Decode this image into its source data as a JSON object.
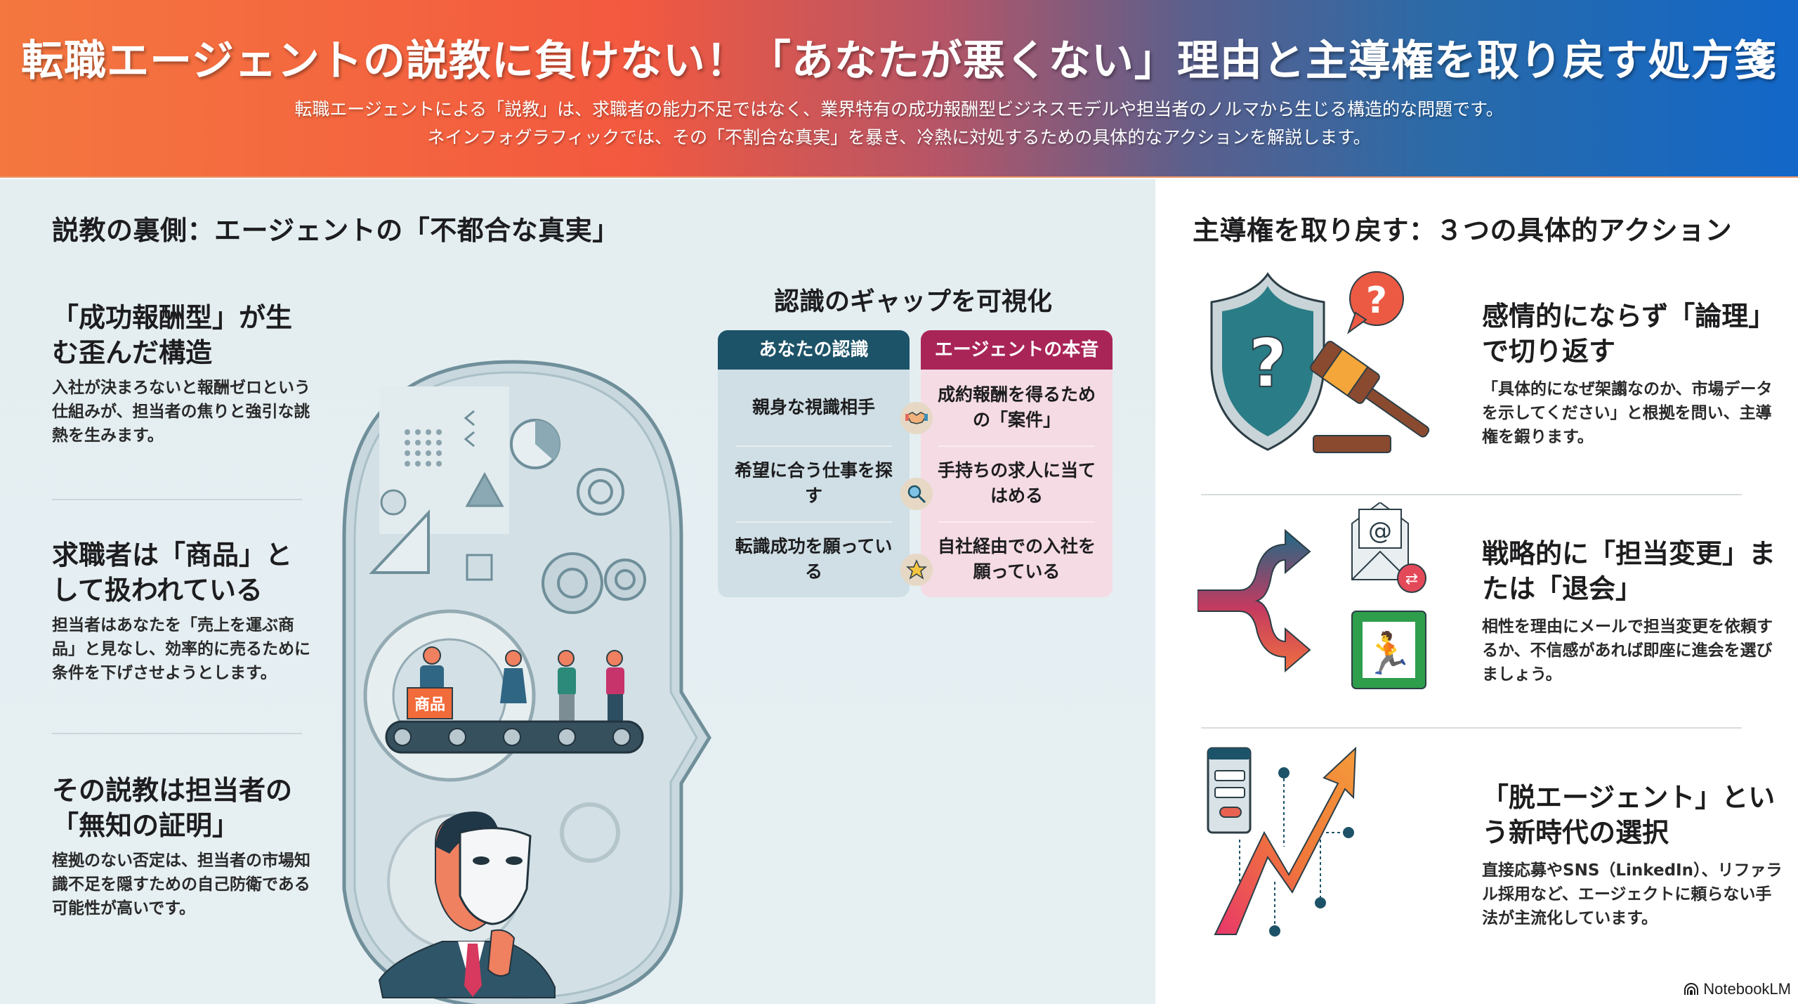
{
  "header": {
    "title": "転職エージェントの説教に負けない！「あなたが悪くない」理由と主導権を取り戻す処方箋",
    "subtitle_line1": "転職エージェントによる「説教」は、求職者の能力不足ではなく、業界特有の成功報酬型ビジネスモデルや担当者のノルマから生じる構造的な問題です。",
    "subtitle_line2": "ネインフォグラフィックでは、その「不割合な真実」を暴き、冷熱に対処するための具体的なアクションを解説します。",
    "gradient_colors": [
      "#f4773f",
      "#f3593f",
      "#b75566",
      "#5c5f8c",
      "#1267c8"
    ]
  },
  "left_section": {
    "title": "説教の裏側：エージェントの「不都合な真実」",
    "points": [
      {
        "heading": "「成功報酬型」が生む歪んだ構造",
        "body": "入社が決まろないと報酬ゼロという仕組みが、担当者の焦りと強引な誂熱を生みます。"
      },
      {
        "heading": "求職者は「商品」として扱われている",
        "body": "担当者はあなたを「売上を運ぶ商品」と見なし、効率的に売るために条件を下げさせようとします。"
      },
      {
        "heading": "その説教は担当者の「無知の証明」",
        "body": "榁拠のない否定は、担当者の市場知識不足を隠すための自己防衛である可能性が高いです。"
      }
    ],
    "illustration": {
      "box_label": "商品",
      "description": "head-silhouette-with-gears-conveyor-and-masked-man"
    }
  },
  "gap_section": {
    "title": "認識のギャップを可視化",
    "left_header": "あなたの認識",
    "right_header": "エージェントの本音",
    "left_color": "#1d5368",
    "right_color": "#a92558",
    "rows": [
      {
        "left": "親身な視識相手",
        "icon": "handshake-icon",
        "right": "成約報酬を得るための「案件」"
      },
      {
        "left": "希望に合う仕事を探す",
        "icon": "magnifier-icon",
        "right": "手持ちの求人に当てはめる"
      },
      {
        "left": "転識成功を願っている",
        "icon": "star-icon",
        "right": "自社経由での入社を願っている"
      }
    ]
  },
  "right_section": {
    "title": "主導権を取り戻す：３つの具体的アクション",
    "actions": [
      {
        "heading": "感情的にならず「論理」で切り返す",
        "body": "「具体的になぜ架譾なのか、市場データを示してください」と根拠を問い、主導権を鍜ります。",
        "icon": "shield-question-gavel-icon"
      },
      {
        "heading": "戦略的に「担当変更」または「退会」",
        "body": "相性を理由にメールで担当変更を依頼するか、不信感があれば即座に進会を選びましょう。",
        "icon": "branch-arrow-email-exit-icon"
      },
      {
        "heading": "「脱エージェント」という新時代の選択",
        "body": "直接応募やSNS（LinkedIn）、リファラル採用など、エージェクトに頼らない手法が主流化しています。",
        "icon": "rising-arrow-webform-icon"
      }
    ]
  },
  "footer": {
    "brand": "NotebookLM"
  }
}
